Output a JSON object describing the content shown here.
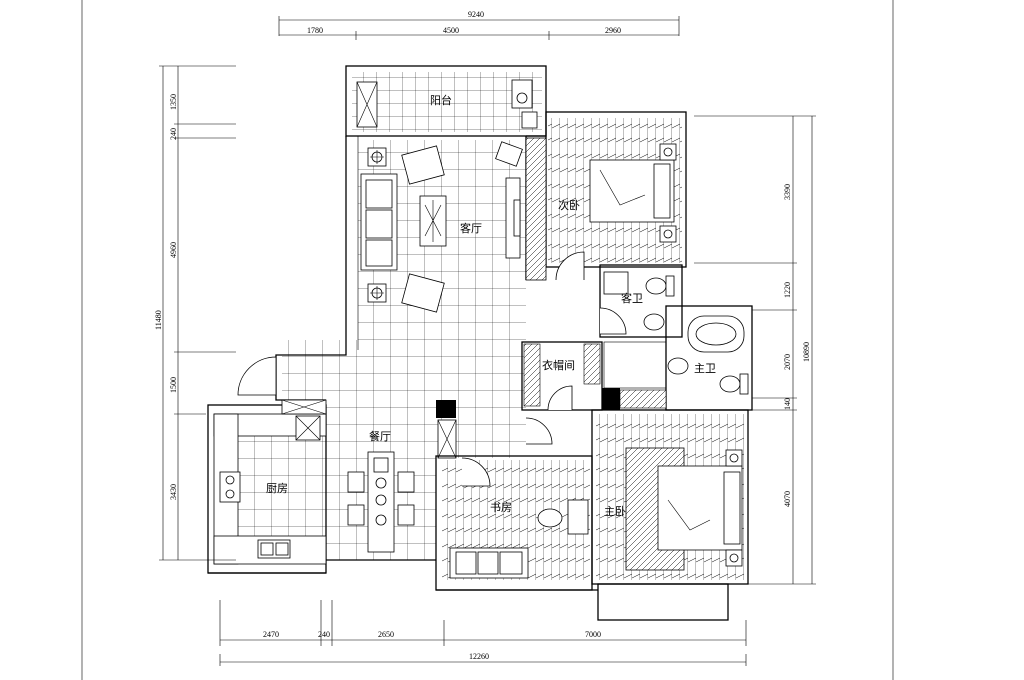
{
  "rooms": {
    "balcony": "阳台",
    "living": "客厅",
    "second_bedroom": "次卧",
    "guest_bath": "客卫",
    "master_bath": "主卫",
    "wardrobe": "衣帽间",
    "dining": "餐厅",
    "kitchen": "厨房",
    "study": "书房",
    "master_bedroom": "主卧"
  },
  "dimensions": {
    "top": {
      "total": "9240",
      "seg1": "1780",
      "seg2": "4500",
      "seg3": "2960"
    },
    "left": {
      "total": "11480",
      "seg1": "1350",
      "seg2": "240",
      "seg3": "4960",
      "seg4": "1500",
      "seg5": "3430"
    },
    "right": {
      "total": "10890",
      "seg1": "3390",
      "seg2": "1220",
      "seg3": "2070",
      "seg4": "140",
      "seg5": "4070"
    },
    "bottom": {
      "total": "12260",
      "seg1": "2470",
      "seg2": "240",
      "seg3": "2650",
      "seg4": "7000"
    }
  }
}
